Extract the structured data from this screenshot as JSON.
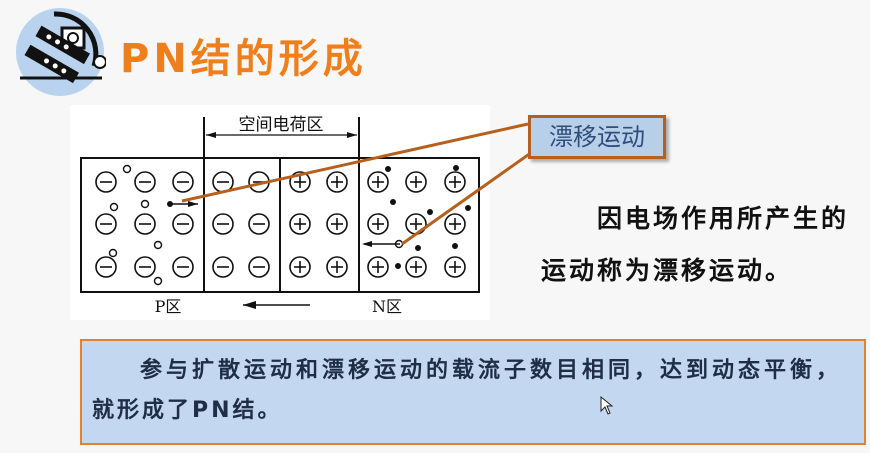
{
  "slide": {
    "title": "PN结的形成",
    "logo_text": "computer-chip logo"
  },
  "diagram": {
    "space_charge_label": "空间电荷区",
    "p_label": "P区",
    "n_label": "N区",
    "callout_label": "漂移运动",
    "colors": {
      "callout_line": "#b5601c",
      "ion": "#111111"
    }
  },
  "explanation": {
    "line1": "因电场作用所产生的",
    "line2": "运动称为漂移运动。"
  },
  "summary": {
    "line1": "参与扩散运动和漂移运动的载流子数目相同，达到动态平衡，",
    "line2": "就形成了PN结。"
  }
}
